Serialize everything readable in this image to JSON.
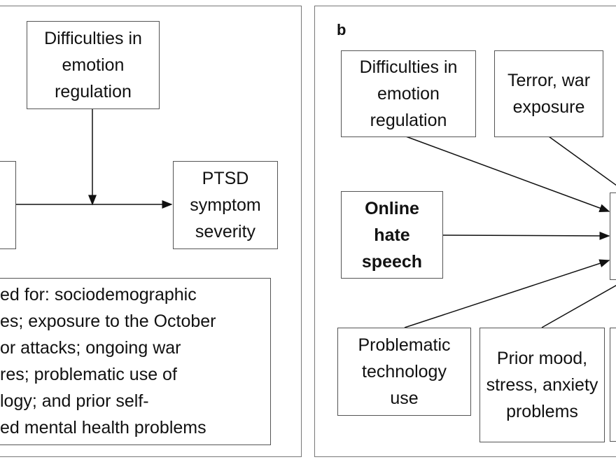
{
  "panel_a": {
    "moderator": "Difficulties in emotion regulation",
    "outcome": "PTSD symptom severity",
    "covariates_lines": [
      "ed for: sociodemographic",
      "es; exposure to the October",
      "or attacks; ongoing war",
      "res; problematic use of",
      "logy; and prior self-",
      "ed mental health problems"
    ]
  },
  "panel_b": {
    "label": "b",
    "emotion_regulation": "Difficulties in emotion regulation",
    "terror": "Terror, war exposure",
    "hate_speech": "Online hate speech",
    "tech_use": "Problematic technology use",
    "prior_mood": "Prior mood, stress, anxiety problems"
  }
}
